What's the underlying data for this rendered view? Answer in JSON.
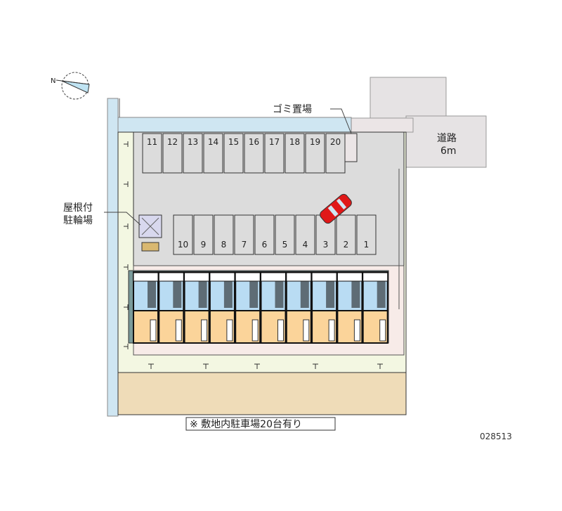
{
  "labels": {
    "garbage": "ゴミ置場",
    "bike_shed_line1": "屋根付",
    "bike_shed_line2": "駐輪場",
    "road_line1": "道路",
    "road_line2": "6m",
    "compass_north": "N",
    "note": "※ 敷地内駐車場20台有り",
    "property_id": "028513"
  },
  "parking_top": [
    "11",
    "12",
    "13",
    "14",
    "15",
    "16",
    "17",
    "18",
    "19",
    "20"
  ],
  "parking_bottom": [
    "10",
    "9",
    "8",
    "7",
    "6",
    "5",
    "4",
    "3",
    "2",
    "1"
  ],
  "unit_count": 10,
  "colors": {
    "water": "#cfe6f2",
    "lot": "#dcdcdc",
    "green": "#f3f7e2",
    "pink": "#f7ebe8",
    "tan": "#efdcb8",
    "road": "#e6e3e4",
    "unit_top": "#b9dcf3",
    "unit_bottom": "#fbd49a",
    "car": "#e01818"
  }
}
